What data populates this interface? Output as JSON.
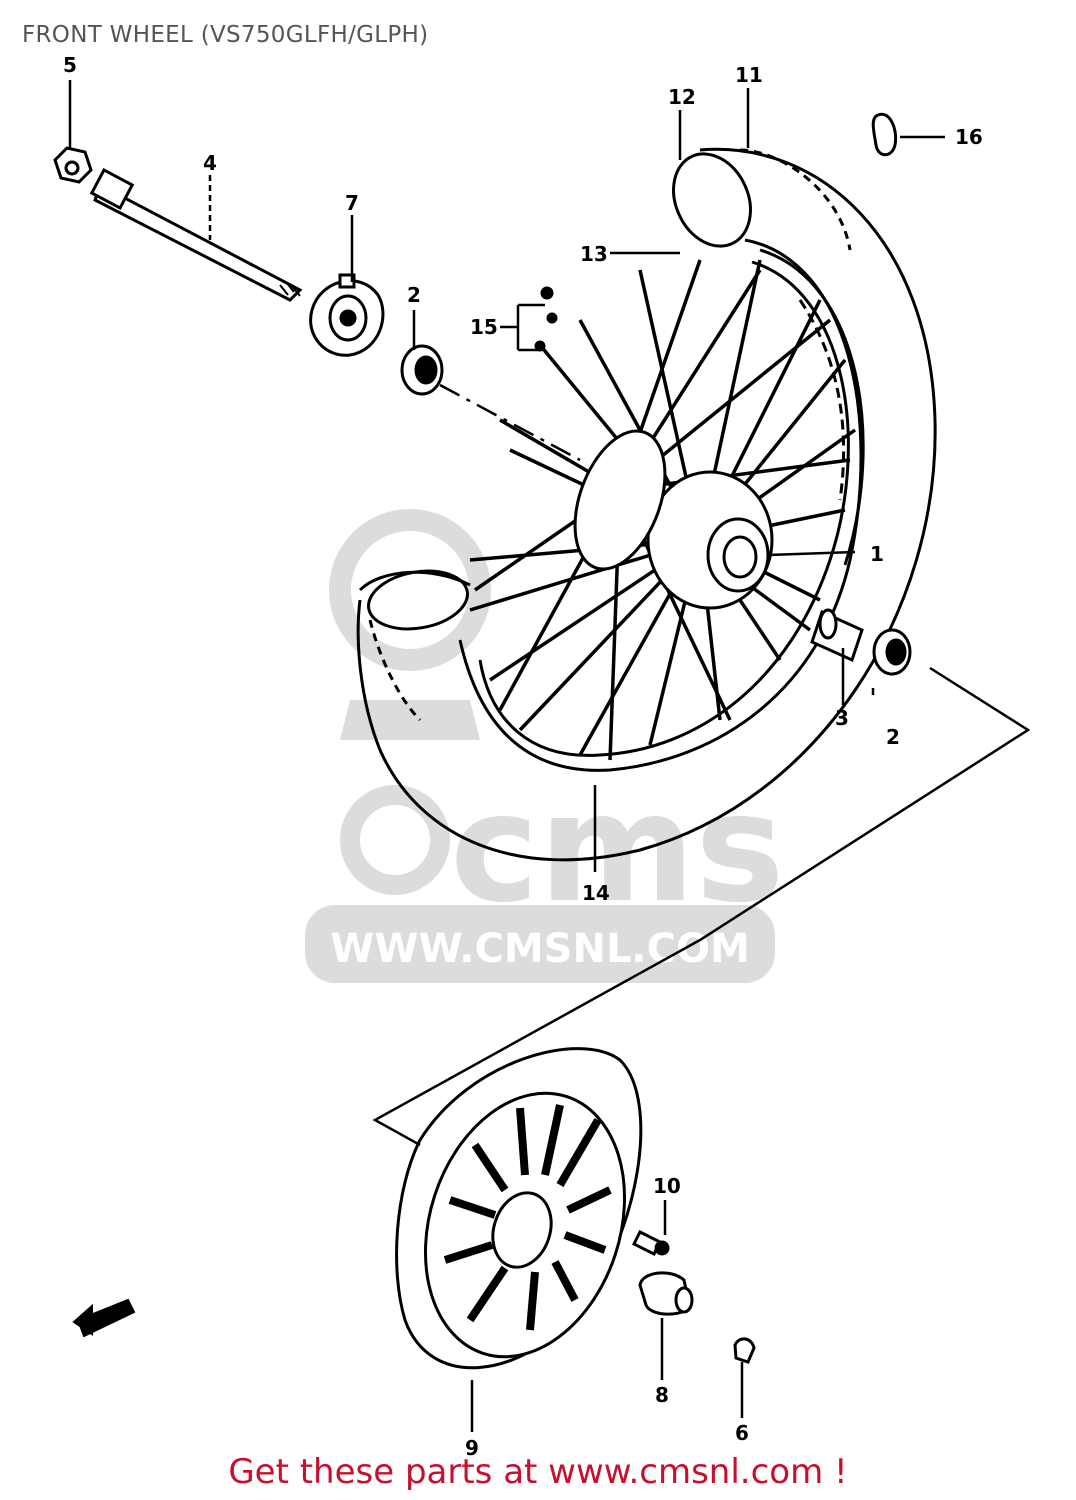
{
  "title": "FRONT WHEEL (VS750GLFH/GLPH)",
  "footer": "Get these parts at www.cmsnl.com !",
  "watermark": {
    "brand": "cms",
    "url": "WWW.CMSNL.COM",
    "color": "#d9d9d9"
  },
  "callouts": {
    "c1": "1",
    "c2a": "2",
    "c2b": "2",
    "c3": "3",
    "c4": "4",
    "c5": "5",
    "c6": "6",
    "c7": "7",
    "c8": "8",
    "c9": "9",
    "c10": "10",
    "c11": "11",
    "c12": "12",
    "c13": "13",
    "c14": "14",
    "c15": "15",
    "c16": "16"
  },
  "colors": {
    "ink": "#000000",
    "title": "#555555",
    "footer": "#c8102e"
  }
}
